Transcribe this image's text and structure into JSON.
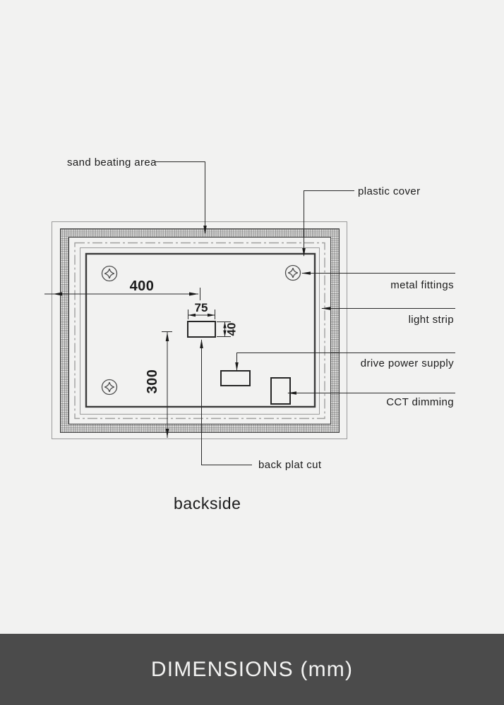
{
  "colors": {
    "background": "#f2f2f1",
    "footer_background": "#4b4b4b",
    "footer_text": "#f3f3f2",
    "drawing_line": "#2a2a2a"
  },
  "diagram": {
    "callouts": {
      "sand_beating_area": "sand beating area",
      "plastic_cover": "plastic cover",
      "metal_fittings": "metal fittings",
      "light_strip": "light strip",
      "drive_power_supply": "drive power supply",
      "cct_dimming": "CCT dimming",
      "back_plat_cut": "back plat cut"
    },
    "dimensions": {
      "dist_left_to_cut_center": "400",
      "cut_width": "75",
      "cut_height": "40",
      "dist_bottom_to_cut_center": "300"
    },
    "caption": "backside"
  },
  "footer": {
    "title": "DIMENSIONS (mm)"
  }
}
